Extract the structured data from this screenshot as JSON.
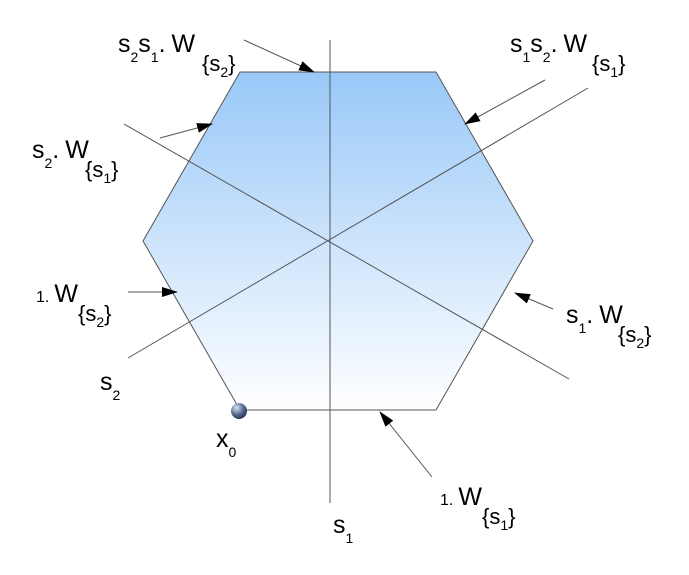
{
  "diagram": {
    "fill_top": "#99c8f8",
    "fill_bottom": "#ffffff",
    "line_color": "#555555",
    "base_point_label": {
      "main": "x",
      "sub": "0"
    },
    "reflection_lines": [
      {
        "main": "s",
        "sub": "1"
      },
      {
        "main": "s",
        "sub": "2"
      }
    ],
    "faces": [
      {
        "id": "s2s1",
        "prefix": [
          {
            "main": "s",
            "sub": "2"
          },
          {
            "main": "s",
            "sub": "1"
          }
        ],
        "dot": ".",
        "w": "W",
        "subscript": "{s",
        "subscript_index": "2",
        "close": "}"
      },
      {
        "id": "s1s2",
        "prefix": [
          {
            "main": "s",
            "sub": "1"
          },
          {
            "main": "s",
            "sub": "2"
          }
        ],
        "dot": ".",
        "w": "W",
        "subscript": "{s",
        "subscript_index": "1",
        "close": "}"
      },
      {
        "id": "s2",
        "prefix": [
          {
            "main": "s",
            "sub": "2"
          }
        ],
        "dot": ".",
        "w": "W",
        "subscript": "{s",
        "subscript_index": "1",
        "close": "}"
      },
      {
        "id": "one-left",
        "one": "1",
        "dot": ".",
        "w": "W",
        "subscript": "{s",
        "subscript_index": "2",
        "close": "}"
      },
      {
        "id": "s1",
        "prefix": [
          {
            "main": "s",
            "sub": "1"
          }
        ],
        "dot": ".",
        "w": "W",
        "subscript": "{s",
        "subscript_index": "2",
        "close": "}"
      },
      {
        "id": "one-bottom",
        "one": "1",
        "dot": ".",
        "w": "W",
        "subscript": "{s",
        "subscript_index": "1",
        "close": "}"
      }
    ]
  }
}
